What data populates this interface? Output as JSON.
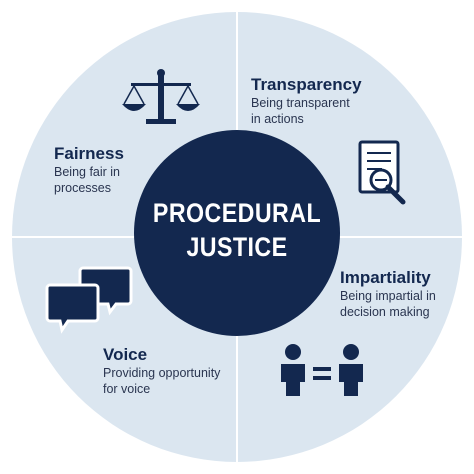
{
  "center": {
    "line1": "PROCEDURAL",
    "line2": "JUSTICE"
  },
  "quadrants": {
    "fairness": {
      "title": "Fairness",
      "desc1": "Being fair in",
      "desc2": "processes",
      "icon": "scales-icon"
    },
    "transparency": {
      "title": "Transparency",
      "desc1": "Being transparent",
      "desc2": "in actions",
      "icon": "document-magnifier-icon"
    },
    "impartiality": {
      "title": "Impartiality",
      "desc1": "Being impartial in",
      "desc2": "decision making",
      "icon": "equal-people-icon"
    },
    "voice": {
      "title": "Voice",
      "desc1": "Providing opportunity",
      "desc2": "for voice",
      "icon": "speech-bubbles-icon"
    }
  },
  "colors": {
    "navy": "#13284f",
    "circle_fill": "#dbe6f0",
    "divider": "#ffffff",
    "background": "#ffffff"
  }
}
